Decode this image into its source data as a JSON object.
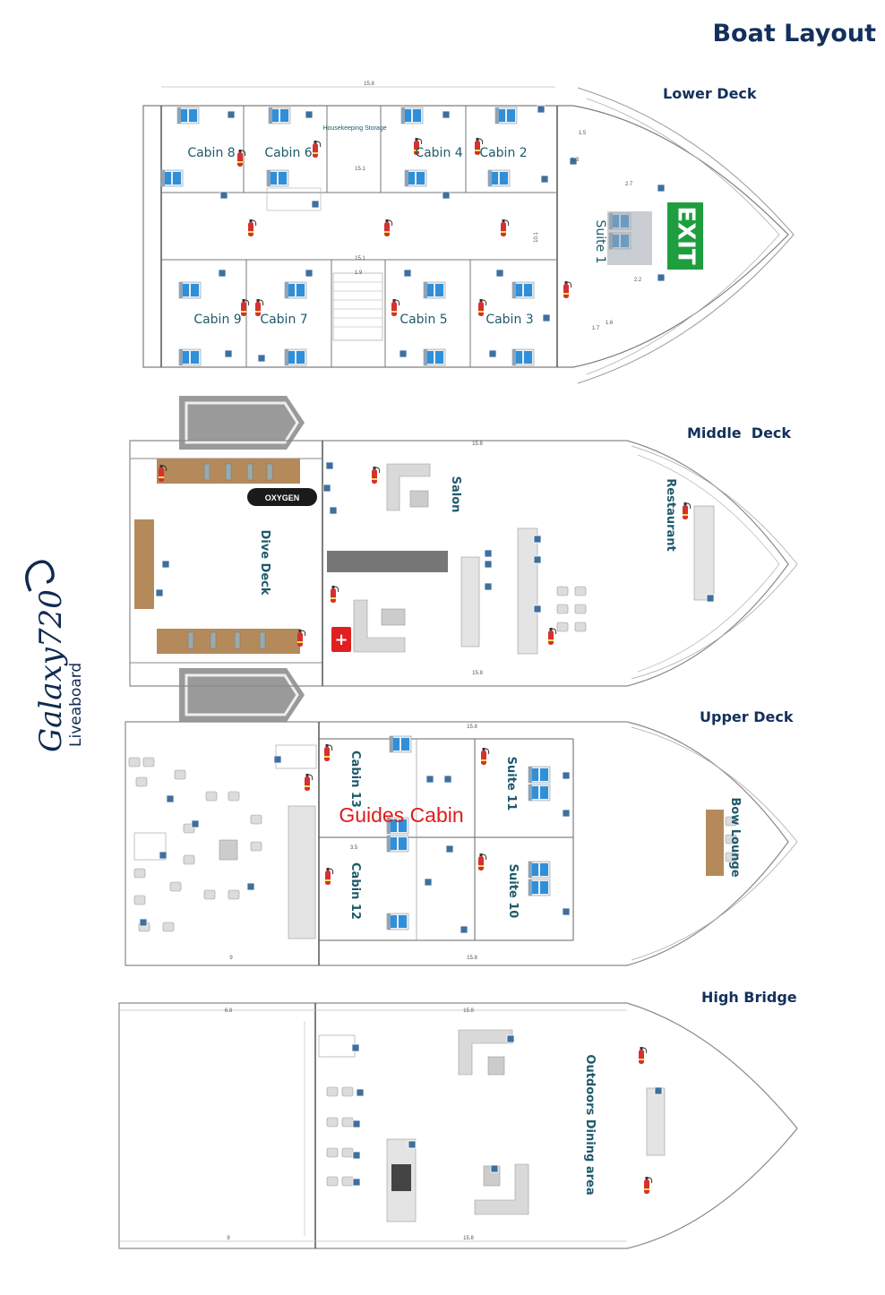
{
  "title": "Boat Layout",
  "brand": {
    "name": "Galaxy720",
    "subtitle": "Liveaboard"
  },
  "decks": {
    "lower": {
      "name": "Lower Deck",
      "cabins": [
        "Cabin 8",
        "Cabin 6",
        "Cabin 4",
        "Cabin 2",
        "Cabin 9",
        "Cabin 7",
        "Cabin 5",
        "Cabin 3",
        "Suite 1"
      ],
      "rooms": {
        "housekeeping": "Housekeeping Storage",
        "exit": "EXIT"
      },
      "dims": [
        "15.8",
        "15.1",
        "15.1",
        "10.1",
        "2.7",
        "2.2",
        "1.9",
        "1.5",
        "1.3",
        "1.6",
        "1.7"
      ]
    },
    "middle": {
      "name": "Middle  Deck",
      "areas": {
        "salon": "Salon",
        "restaurant": "Restaurant",
        "dive": "Dive Deck",
        "oxygen": "OXYGEN"
      },
      "dims": [
        "15.8",
        "15.8"
      ]
    },
    "upper": {
      "name": "Upper Deck",
      "cabins": [
        "Cabin 13",
        "Suite 11",
        "Cabin 12",
        "Suite 10"
      ],
      "areas": {
        "guides": "Guides Cabin",
        "bow": "Bow Lounge"
      },
      "dims": [
        "15.8",
        "15.8",
        "9",
        "3.5"
      ]
    },
    "bridge": {
      "name": "High Bridge",
      "areas": {
        "dining": "Outdoors Dining area"
      },
      "dims": [
        "6.8",
        "15.8",
        "9",
        "15.8"
      ]
    }
  },
  "colors": {
    "text": "#13305c",
    "room_label": "#1e5a6b",
    "exit": "#1f9e3f",
    "guides": "#e01b1b",
    "extinguisher": "#d63030",
    "bed": "#2f8fd9"
  }
}
